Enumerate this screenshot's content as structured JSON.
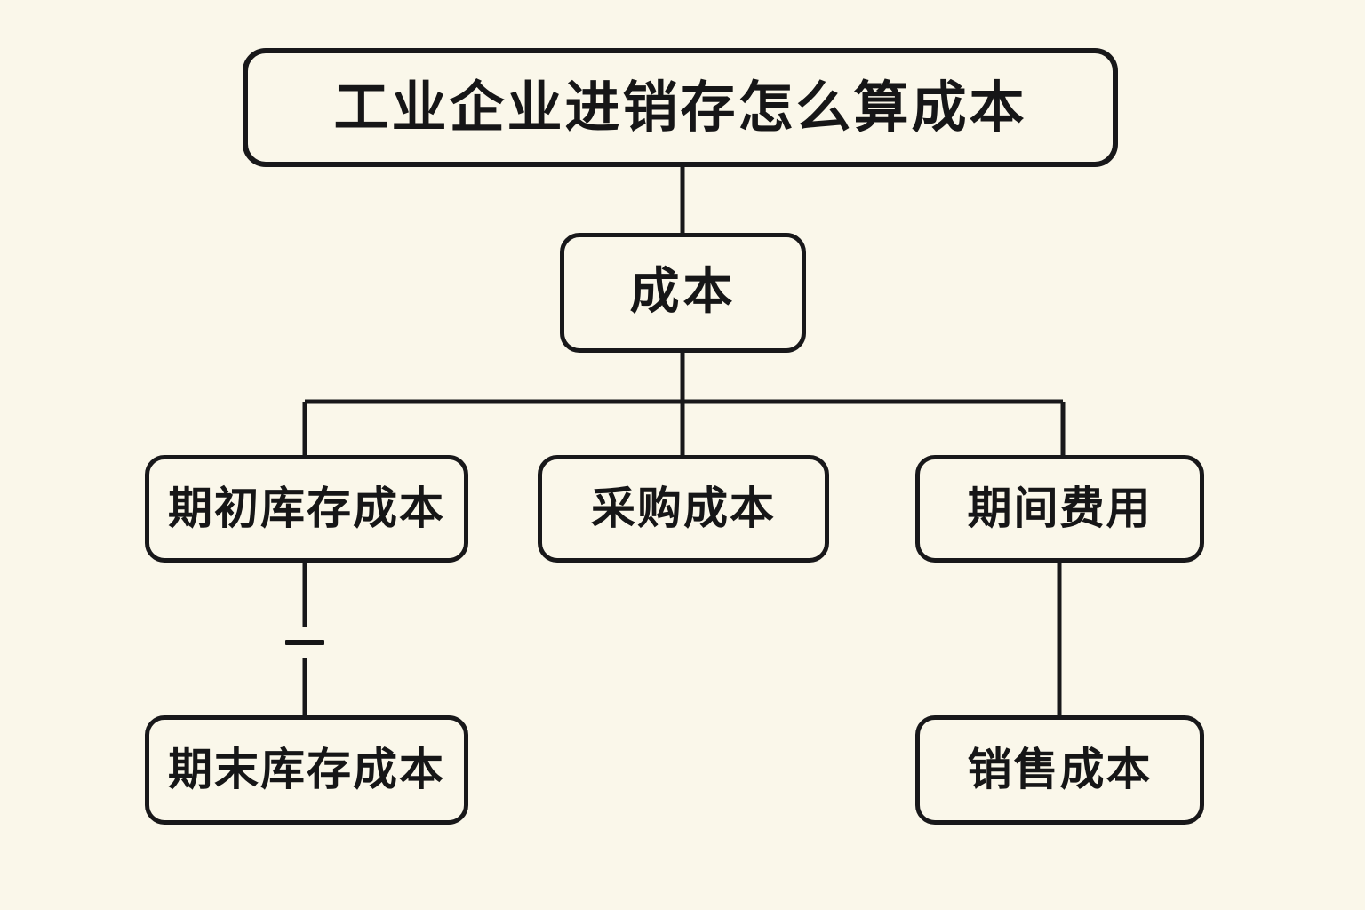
{
  "diagram": {
    "type": "tree-flowchart",
    "background_color": "#faf7ea",
    "line_color": "#18181a",
    "text_color": "#161617",
    "title": "工业企业进销存怎么算成本",
    "root": {
      "label": "成本"
    },
    "branches": [
      {
        "label": "期初库存成本"
      },
      {
        "label": "采购成本"
      },
      {
        "label": "期间费用"
      }
    ],
    "leaves": [
      {
        "label": "期末库存成本"
      },
      {
        "label": "销售成本"
      }
    ],
    "operators": [
      {
        "symbol": "—",
        "name": "minus"
      }
    ]
  }
}
